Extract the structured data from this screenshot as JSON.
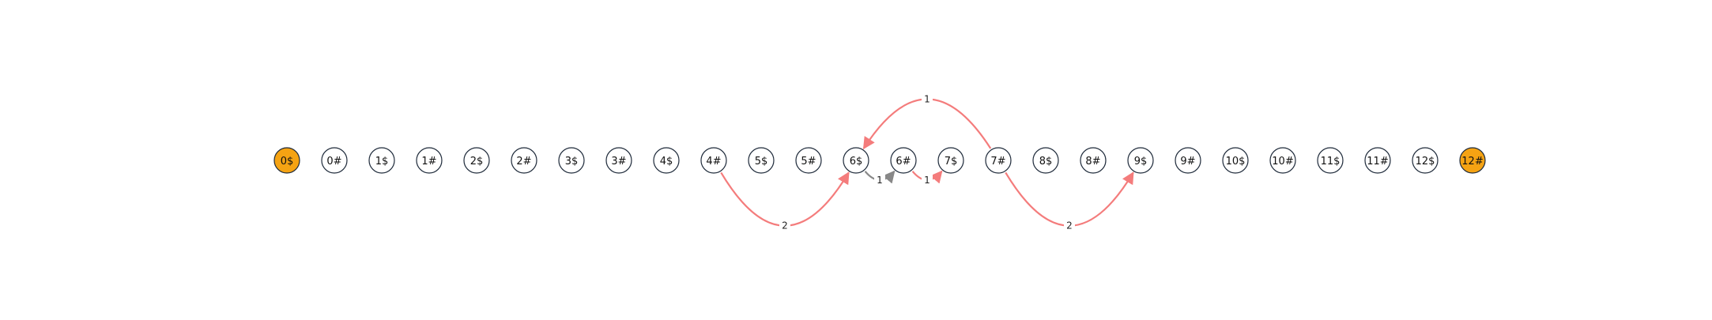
{
  "graph": {
    "nodes": [
      {
        "id": "0$",
        "label": "0$",
        "highlighted": true
      },
      {
        "id": "0#",
        "label": "0#",
        "highlighted": false
      },
      {
        "id": "1$",
        "label": "1$",
        "highlighted": false
      },
      {
        "id": "1#",
        "label": "1#",
        "highlighted": false
      },
      {
        "id": "2$",
        "label": "2$",
        "highlighted": false
      },
      {
        "id": "2#",
        "label": "2#",
        "highlighted": false
      },
      {
        "id": "3$",
        "label": "3$",
        "highlighted": false
      },
      {
        "id": "3#",
        "label": "3#",
        "highlighted": false
      },
      {
        "id": "4$",
        "label": "4$",
        "highlighted": false
      },
      {
        "id": "4#",
        "label": "4#",
        "highlighted": false
      },
      {
        "id": "5$",
        "label": "5$",
        "highlighted": false
      },
      {
        "id": "5#",
        "label": "5#",
        "highlighted": false
      },
      {
        "id": "6$",
        "label": "6$",
        "highlighted": false
      },
      {
        "id": "6#",
        "label": "6#",
        "highlighted": false
      },
      {
        "id": "7$",
        "label": "7$",
        "highlighted": false
      },
      {
        "id": "7#",
        "label": "7#",
        "highlighted": false
      },
      {
        "id": "8$",
        "label": "8$",
        "highlighted": false
      },
      {
        "id": "8#",
        "label": "8#",
        "highlighted": false
      },
      {
        "id": "9$",
        "label": "9$",
        "highlighted": false
      },
      {
        "id": "9#",
        "label": "9#",
        "highlighted": false
      },
      {
        "id": "10$",
        "label": "10$",
        "highlighted": false
      },
      {
        "id": "10#",
        "label": "10#",
        "highlighted": false
      },
      {
        "id": "11$",
        "label": "11$",
        "highlighted": false
      },
      {
        "id": "11#",
        "label": "11#",
        "highlighted": false
      },
      {
        "id": "12$",
        "label": "12$",
        "highlighted": false
      },
      {
        "id": "12#",
        "label": "12#",
        "highlighted": true
      }
    ],
    "edges": [
      {
        "from": "4#",
        "to": "6$",
        "label": "2",
        "color": "#f47c7c"
      },
      {
        "from": "6$",
        "to": "6#",
        "label": "1",
        "color": "#888888"
      },
      {
        "from": "6#",
        "to": "7$",
        "label": "1",
        "color": "#f47c7c"
      },
      {
        "from": "7#",
        "to": "6$",
        "label": "1",
        "color": "#f47c7c"
      },
      {
        "from": "7#",
        "to": "9$",
        "label": "2",
        "color": "#f47c7c"
      }
    ]
  },
  "colors": {
    "highlight_fill": "#f5a313",
    "node_fill": "#ffffff",
    "node_stroke": "#1e2a3a",
    "edge_red": "#f47c7c",
    "edge_gray": "#888888"
  }
}
